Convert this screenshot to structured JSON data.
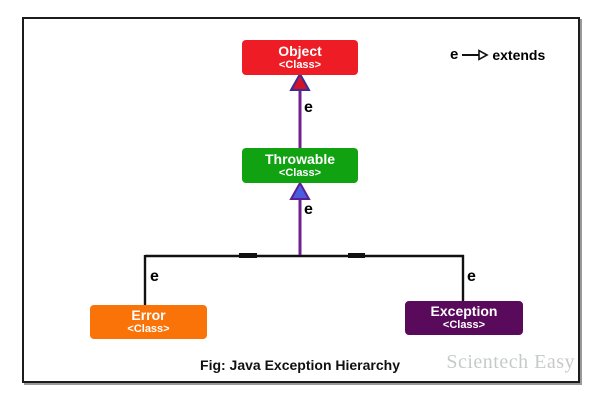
{
  "figure": {
    "caption": "Fig: Java Exception Hierarchy",
    "watermark": "Scientech Easy"
  },
  "legend": {
    "symbol": "e",
    "meaning": "extends"
  },
  "nodes": {
    "object": {
      "title": "Object",
      "subtitle": "<Class>",
      "color": "#ee1c25"
    },
    "throwable": {
      "title": "Throwable",
      "subtitle": "<Class>",
      "color": "#11a211"
    },
    "error": {
      "title": "Error",
      "subtitle": "<Class>",
      "color": "#f97309"
    },
    "exception": {
      "title": "Exception",
      "subtitle": "<Class>",
      "color": "#5a0a5a"
    }
  },
  "edges": {
    "throwable_to_object": {
      "label": "e",
      "from": "Throwable",
      "to": "Object"
    },
    "junction_to_throwable": {
      "label": "e",
      "from": "Error/Exception branch",
      "to": "Throwable"
    },
    "error_branch": {
      "label": "e",
      "from": "Error",
      "to": "branch"
    },
    "exception_branch": {
      "label": "e",
      "from": "Exception",
      "to": "branch"
    }
  },
  "colors": {
    "edge_line": "#6f2191",
    "arrowhead_to_object_fill": "#d31326",
    "arrowhead_to_object_stroke": "#3a2d96",
    "arrowhead_to_throwable_fill": "#4a5ce0",
    "arrowhead_to_throwable_stroke": "#5b1f95",
    "branch_line": "#111111",
    "legend_arrow": "#111111",
    "frame_border": "#1c1c1c",
    "watermark_text": "#c7cbc7"
  }
}
